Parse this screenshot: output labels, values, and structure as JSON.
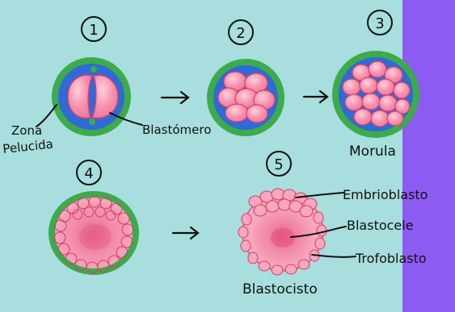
{
  "labels": {
    "step1": "1",
    "step2": "2",
    "step3": "3",
    "step4": "4",
    "step5": "5",
    "zona_line1": "Zona",
    "zona_line2": "Pelucida",
    "blastomero": "Blastómero",
    "morula": "Morula",
    "embrioblasto": "Embrioblasto",
    "blastocele": "Blastocele",
    "trofoblasto": "Trofoblasto",
    "blastocisto": "Blastocisto"
  },
  "colors": {
    "background": "#a8dedd",
    "side_bar": "#8c5cf2",
    "zona": "#3cab4b",
    "fluid": "#2f6ad6",
    "cell": "#f58fac",
    "cell_outline": "#d9416e",
    "blastocyst_inner": "#f27c9c",
    "ink": "#111111"
  },
  "icons": {
    "arrow": "right-arrow-icon"
  }
}
